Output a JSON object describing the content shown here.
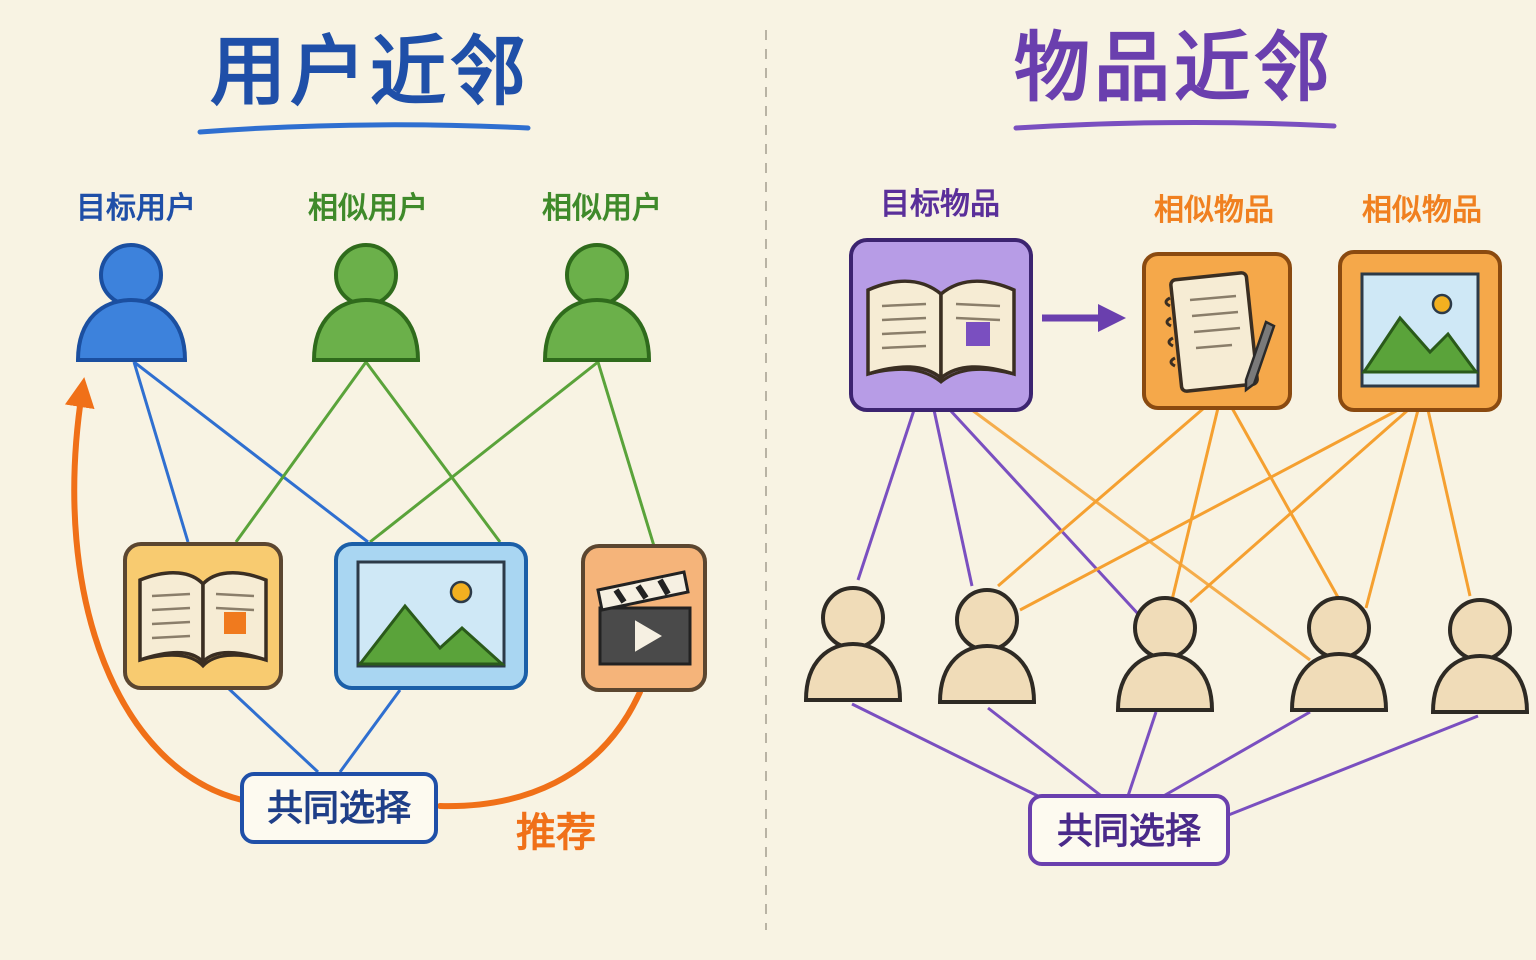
{
  "left_panel": {
    "title": "用户近邻",
    "title_color": "#1f4fa8",
    "target_user_label": "目标用户",
    "similar_user_label_1": "相似用户",
    "similar_user_label_2": "相似用户",
    "shared_choice_label": "共同选择",
    "recommend_label": "推荐",
    "items": [
      "book-icon",
      "picture-icon",
      "video-icon"
    ]
  },
  "right_panel": {
    "title": "物品近邻",
    "title_color": "#6a3fae",
    "target_item_label": "目标物品",
    "similar_item_label_1": "相似物品",
    "similar_item_label_2": "相似物品",
    "shared_choice_label": "共同选择",
    "items": [
      "book-icon",
      "notebook-icon",
      "picture-icon"
    ],
    "user_count": 5
  },
  "colors": {
    "blue": "#2f6fd0",
    "green": "#4f9a32",
    "orange": "#f08a20",
    "purple": "#7a4fc0",
    "beige": "#f0dcb8"
  }
}
